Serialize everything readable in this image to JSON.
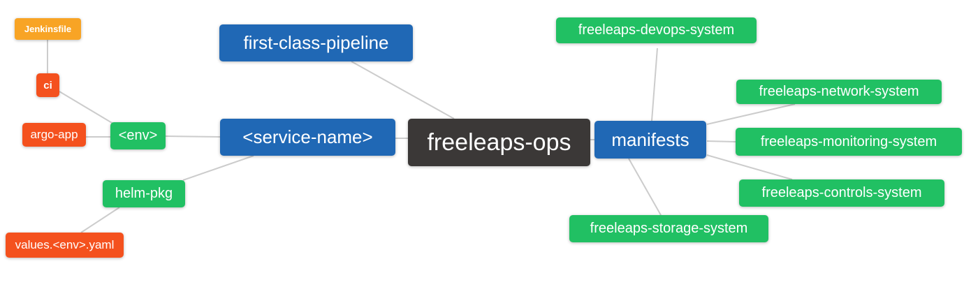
{
  "app": {
    "type": "mindmap",
    "background": "#FFFFFF",
    "edge_color": "#CCCCCC",
    "text_color": "#FFFFFF"
  },
  "colors": {
    "root": "#3B3837",
    "branch_blue": "#2068B5",
    "leaf_green": "#21C063",
    "leaf_red": "#F4511E",
    "leaf_amber": "#F8A425"
  },
  "mindmap": {
    "root_label": "freeleaps-ops",
    "nodes": {
      "freeleaps_ops": {
        "label": "freeleaps-ops",
        "color": "#3B3837"
      },
      "first_class_pipeline": {
        "label": "first-class-pipeline",
        "color": "#2068B5"
      },
      "service_name": {
        "label": "<service-name>",
        "color": "#2068B5"
      },
      "manifests": {
        "label": "manifests",
        "color": "#2068B5"
      },
      "env": {
        "label": "<env>",
        "color": "#21C063"
      },
      "helm_pkg": {
        "label": "helm-pkg",
        "color": "#21C063"
      },
      "ci": {
        "label": "ci",
        "color": "#F4511E"
      },
      "jenkinsfile": {
        "label": "Jenkinsfile",
        "color": "#F8A425"
      },
      "argo_app": {
        "label": "argo-app",
        "color": "#F4511E"
      },
      "values_env_yaml": {
        "label": "values.<env>.yaml",
        "color": "#F4511E"
      },
      "devops_system": {
        "label": "freeleaps-devops-system",
        "color": "#21C063"
      },
      "network_system": {
        "label": "freeleaps-network-system",
        "color": "#21C063"
      },
      "monitoring_system": {
        "label": "freeleaps-monitoring-system",
        "color": "#21C063"
      },
      "controls_system": {
        "label": "freeleaps-controls-system",
        "color": "#21C063"
      },
      "storage_system": {
        "label": "freeleaps-storage-system",
        "color": "#21C063"
      }
    },
    "edges": [
      {
        "from": "freeleaps-ops",
        "to": "first-class-pipeline"
      },
      {
        "from": "freeleaps-ops",
        "to": "<service-name>"
      },
      {
        "from": "freeleaps-ops",
        "to": "manifests"
      },
      {
        "from": "<service-name>",
        "to": "<env>"
      },
      {
        "from": "<service-name>",
        "to": "helm-pkg"
      },
      {
        "from": "<env>",
        "to": "ci"
      },
      {
        "from": "<env>",
        "to": "argo-app"
      },
      {
        "from": "ci",
        "to": "Jenkinsfile"
      },
      {
        "from": "helm-pkg",
        "to": "values.<env>.yaml"
      },
      {
        "from": "manifests",
        "to": "freeleaps-devops-system"
      },
      {
        "from": "manifests",
        "to": "freeleaps-network-system"
      },
      {
        "from": "manifests",
        "to": "freeleaps-monitoring-system"
      },
      {
        "from": "manifests",
        "to": "freeleaps-controls-system"
      },
      {
        "from": "manifests",
        "to": "freeleaps-storage-system"
      }
    ]
  }
}
